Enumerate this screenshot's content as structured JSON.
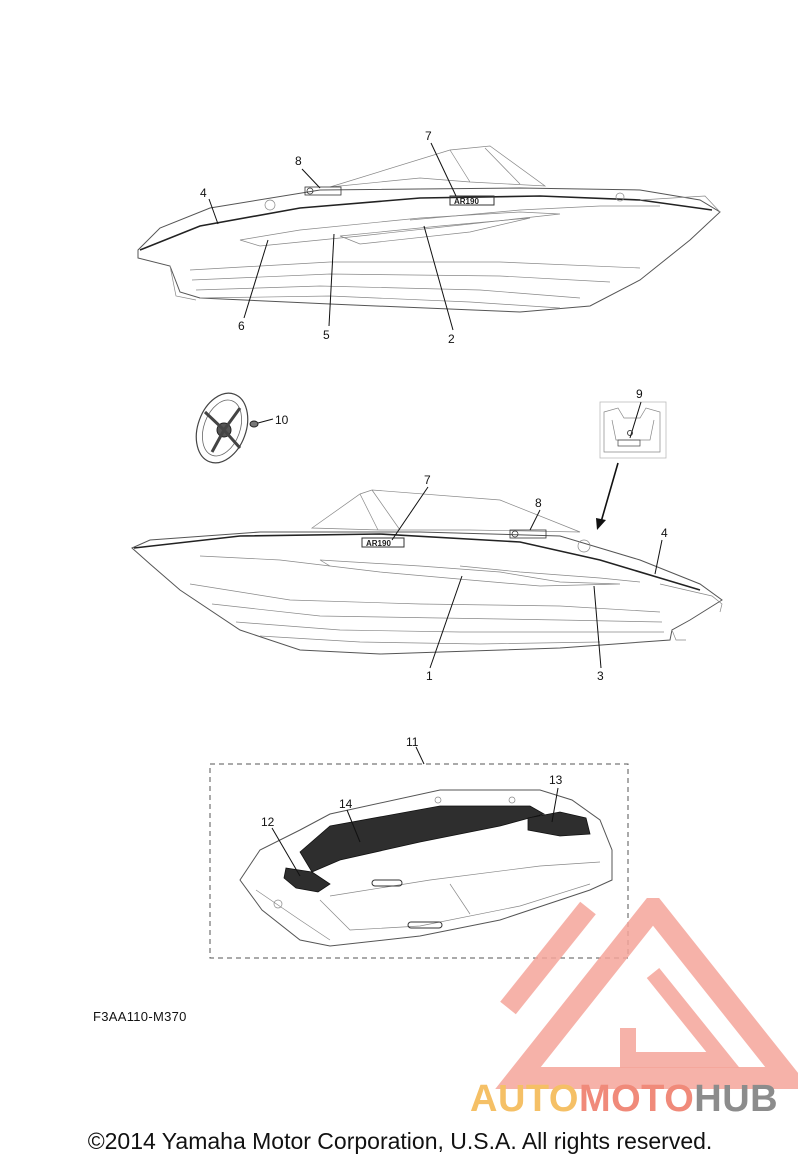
{
  "callouts": {
    "c1": "1",
    "c2": "2",
    "c3": "3",
    "c4a": "4",
    "c4b": "4",
    "c5": "5",
    "c6": "6",
    "c7a": "7",
    "c7b": "7",
    "c8a": "8",
    "c8b": "8",
    "c9": "9",
    "c10": "10",
    "c11": "11",
    "c12": "12",
    "c13": "13",
    "c14": "14"
  },
  "diagram_code": "F3AA110-M370",
  "copyright": "©2014 Yamaha Motor Corporation, U.S.A. All rights reserved.",
  "watermark": {
    "part1": "AUTO",
    "part2": "MOTO",
    "part3": "HUB"
  },
  "colors": {
    "watermark_yellow": "#f5c066",
    "watermark_red": "#f08a7a",
    "watermark_gray": "#8c8c8c"
  }
}
